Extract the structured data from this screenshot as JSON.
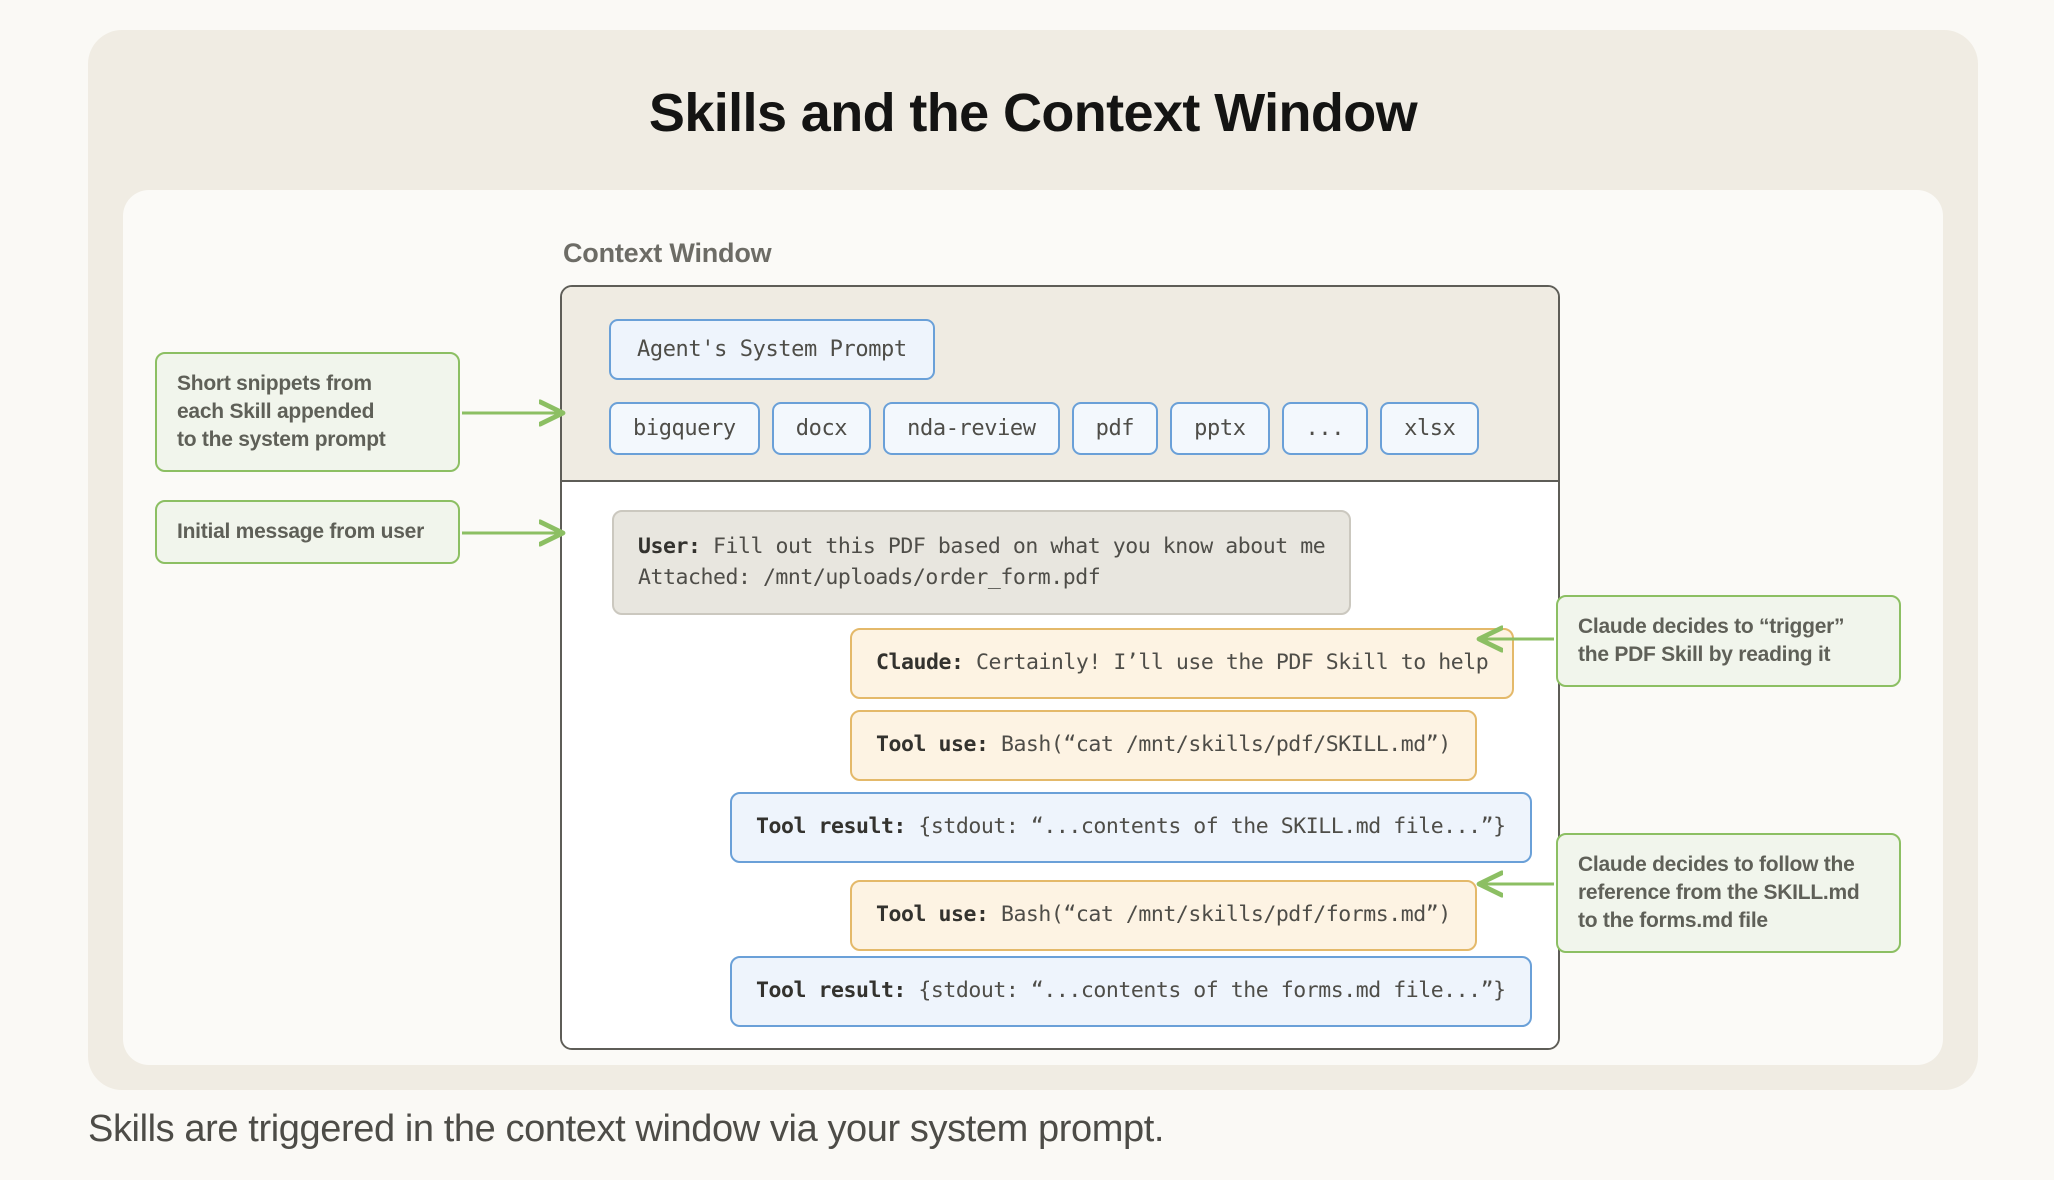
{
  "diagram": {
    "title": "Skills and the Context Window",
    "caption": "Skills are triggered in the context window via your system prompt.",
    "context_window_label": "Context Window"
  },
  "colors": {
    "page_background": "#faf9f5",
    "outer_card": "#f0ece3",
    "inner_card": "#fbfaf7",
    "frame_border": "#5e5d57",
    "blue_border": "#6aa0d8",
    "blue_fill": "#eef4fc",
    "orange_border": "#e4b96a",
    "orange_fill": "#fdf3e3",
    "green_border": "#8cbf63",
    "green_fill": "#f1f5ec",
    "grey_fill": "#e8e6df"
  },
  "system_prompt": {
    "label": "Agent's System Prompt"
  },
  "skill_chips": [
    {
      "label": "bigquery"
    },
    {
      "label": "docx"
    },
    {
      "label": "nda-review"
    },
    {
      "label": "pdf"
    },
    {
      "label": "pptx"
    },
    {
      "label": "..."
    },
    {
      "label": "xlsx"
    }
  ],
  "conversation": [
    {
      "id": "user-message",
      "role": "User:",
      "text": " Fill out this PDF based on what you know about me\nAttached: /mnt/uploads/order_form.pdf"
    },
    {
      "id": "claude-message",
      "role": "Claude:",
      "text": " Certainly! I’ll use the PDF Skill to help"
    },
    {
      "id": "tool-use-skill-md",
      "role": "Tool use:",
      "text": " Bash(“cat /mnt/skills/pdf/SKILL.md”)"
    },
    {
      "id": "tool-result-skill-md",
      "role": "Tool result:",
      "text": " {stdout: “...contents of the SKILL.md file...”}"
    },
    {
      "id": "tool-use-forms-md",
      "role": "Tool use:",
      "text": " Bash(“cat /mnt/skills/pdf/forms.md”)"
    },
    {
      "id": "tool-result-forms-md",
      "role": "Tool result:",
      "text": " {stdout: “...contents of the forms.md file...”}"
    }
  ],
  "annotations": {
    "left": [
      {
        "id": "note-snippets",
        "text": "Short snippets from\neach Skill appended\nto the system prompt"
      },
      {
        "id": "note-initial-message",
        "text": "Initial message from user"
      }
    ],
    "right": [
      {
        "id": "note-trigger",
        "text": "Claude decides to “trigger”\nthe PDF Skill by reading it"
      },
      {
        "id": "note-follow-reference",
        "text": "Claude decides to follow the\nreference from the SKILL.md\nto the forms.md file"
      }
    ]
  }
}
